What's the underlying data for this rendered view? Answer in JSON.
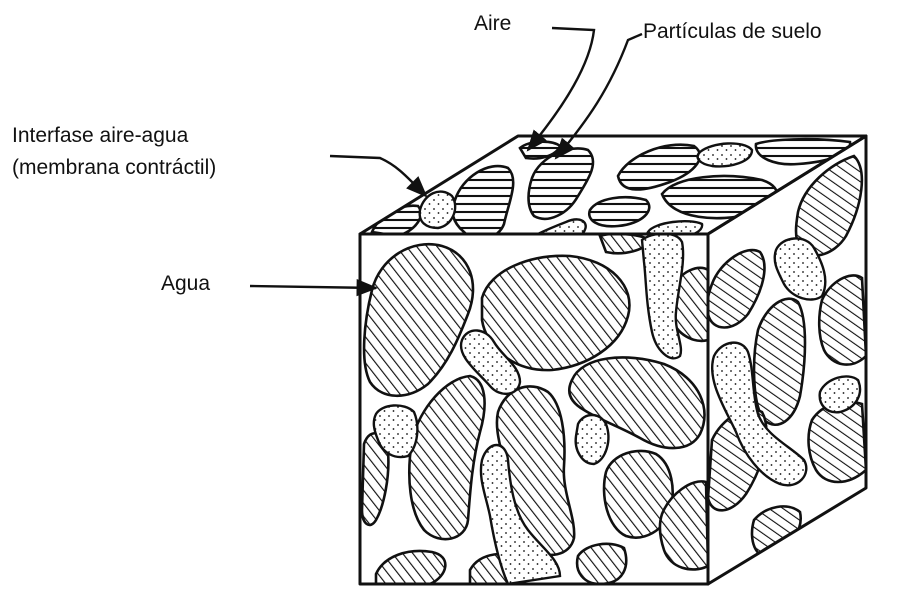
{
  "labels": {
    "aire": "Aire",
    "particulas": "Partículas de suelo",
    "interfase_line1": "Interfase aire-agua",
    "interfase_line2": "(membrana contráctil)",
    "agua": "Agua"
  },
  "colors": {
    "ink": "#111111",
    "water": "#ffffff",
    "background": "#ffffff"
  }
}
